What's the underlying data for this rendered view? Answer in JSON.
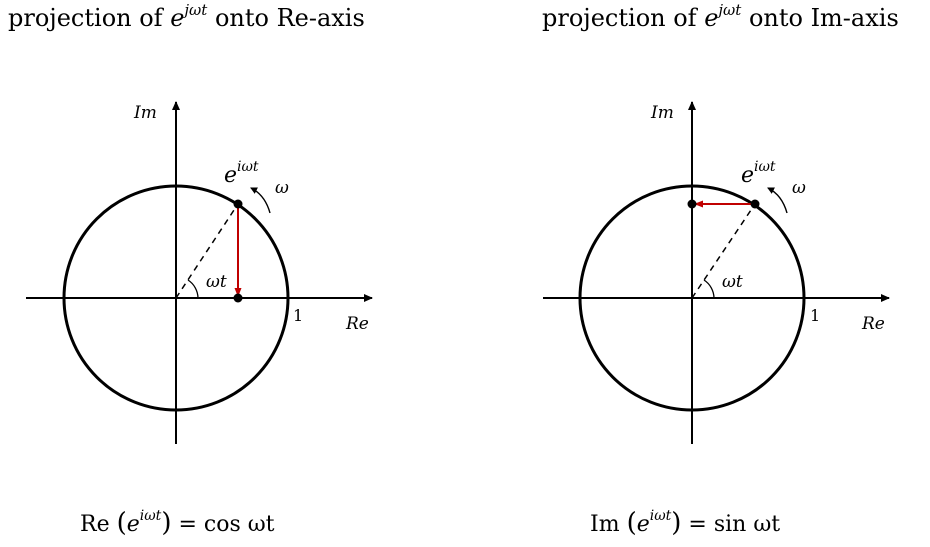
{
  "panels": [
    {
      "title_prefix": "projection of ",
      "title_base": "e",
      "title_exp": "jωt",
      "title_suffix": " onto Re-axis",
      "im_label": "Im",
      "re_label": "Re",
      "tick_one": "1",
      "point_base": "e",
      "point_exp": "iωt",
      "omega_label": "ω",
      "angle_label": "ωt",
      "formula_op": "Re",
      "formula_open": "(",
      "formula_base": "e",
      "formula_exp": "iωt",
      "formula_close": ")",
      "formula_rhs": " = cos ωt",
      "projection_axis": "re"
    },
    {
      "title_prefix": "projection of ",
      "title_base": "e",
      "title_exp": "jωt",
      "title_suffix": " onto Im-axis",
      "im_label": "Im",
      "re_label": "Re",
      "tick_one": "1",
      "point_base": "e",
      "point_exp": "iωt",
      "omega_label": "ω",
      "angle_label": "ωt",
      "formula_op": "Im",
      "formula_open": "(",
      "formula_base": "e",
      "formula_exp": "iωt",
      "formula_close": ")",
      "formula_rhs": " = sin ωt",
      "projection_axis": "im"
    }
  ],
  "colors": {
    "projection_arrow": "#c00000",
    "lines": "#000000"
  }
}
